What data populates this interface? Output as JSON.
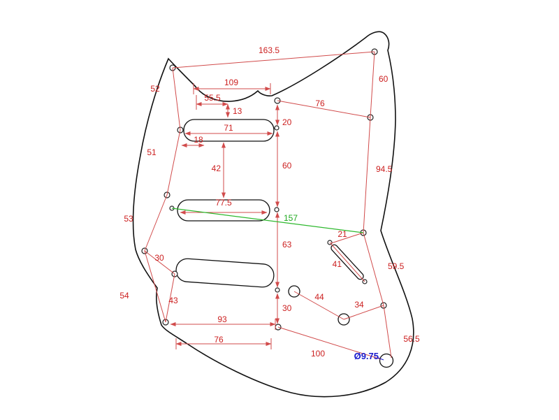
{
  "drawing": {
    "subject": "stratocaster-pickguard-dimension-drawing",
    "colors": {
      "dimension_lines": "#d14b4b",
      "dimension_text": "#cc2020",
      "highlight_dimension": "#2db82d",
      "diameter_callout": "#1a1acc",
      "part_outline": "#111111",
      "background": "#ffffff"
    }
  },
  "dims": {
    "d163_5": "163.5",
    "d60a": "60",
    "d76a": "76",
    "d52": "52",
    "d51": "51",
    "d53": "53",
    "d54": "54",
    "d30a": "30",
    "d43": "43",
    "d109": "109",
    "d55_5": "55.5",
    "d13": "13",
    "d20": "20",
    "d71": "71",
    "d18": "18",
    "d42": "42",
    "d60b": "60",
    "d94_5": "94.5",
    "d77_5": "77.5",
    "d157": "157",
    "d21": "21",
    "d63": "63",
    "d41": "41",
    "d59_5": "59.5",
    "d44": "44",
    "d34": "34",
    "d30b": "30",
    "d93": "93",
    "d76b": "76",
    "d100": "100",
    "d56_5": "56.5",
    "d9_75": "Ø9.75"
  }
}
